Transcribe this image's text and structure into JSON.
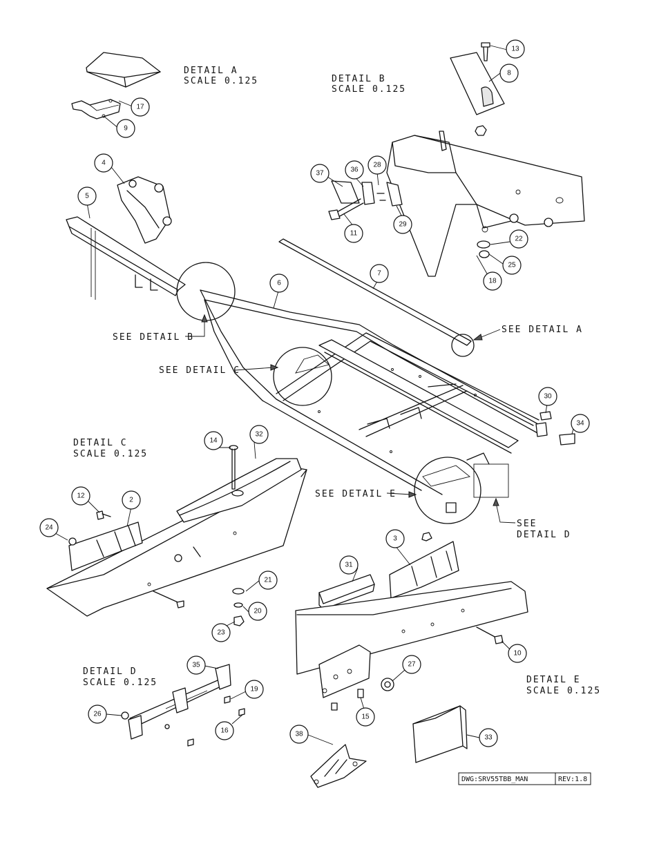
{
  "details": {
    "a": {
      "title": "DETAIL  A",
      "scale": "SCALE  0.125"
    },
    "b": {
      "title": "DETAIL  B",
      "scale": "SCALE  0.125"
    },
    "c": {
      "title": "DETAIL  C",
      "scale": "SCALE  0.125"
    },
    "d": {
      "title": "DETAIL  D",
      "scale": "SCALE  0.125"
    },
    "e": {
      "title": "DETAIL  E",
      "scale": "SCALE  0.125"
    }
  },
  "references": {
    "see_a": "SEE DETAIL  A",
    "see_b": "SEE DETAIL  B",
    "see_c": "SEE DETAIL  C",
    "see_e": "SEE DETAIL  E",
    "see_d_line1": "SEE",
    "see_d_line2": "DETAIL  D"
  },
  "callouts": [
    "2",
    "3",
    "4",
    "5",
    "6",
    "7",
    "8",
    "9",
    "10",
    "11",
    "12",
    "13",
    "14",
    "15",
    "16",
    "17",
    "18",
    "19",
    "20",
    "21",
    "22",
    "23",
    "24",
    "25",
    "26",
    "27",
    "28",
    "29",
    "30",
    "31",
    "32",
    "33",
    "34",
    "35",
    "36",
    "37",
    "38"
  ],
  "title_block": {
    "drawing": "DWG:SRV55TBB_MAN",
    "revision": "REV:1.8"
  }
}
